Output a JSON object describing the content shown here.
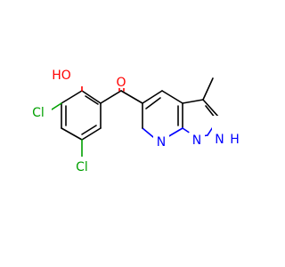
{
  "molecule": {
    "atoms": {
      "O_hydroxyl": {
        "symbol": "HO"
      },
      "O_carbonyl": {
        "symbol": "O"
      },
      "Cl_left": {
        "symbol": "Cl"
      },
      "Cl_bottom": {
        "symbol": "Cl"
      },
      "N_pyridine": {
        "symbol": "N"
      },
      "N_pyrazole_lower": {
        "symbol": "N"
      },
      "N_pyrazole_upper": {
        "symbol": "H"
      }
    },
    "colors": {
      "carbon": "#000000",
      "oxygen": "#ff0000",
      "nitrogen": "#0000ff",
      "chlorine": "#00a000"
    }
  }
}
